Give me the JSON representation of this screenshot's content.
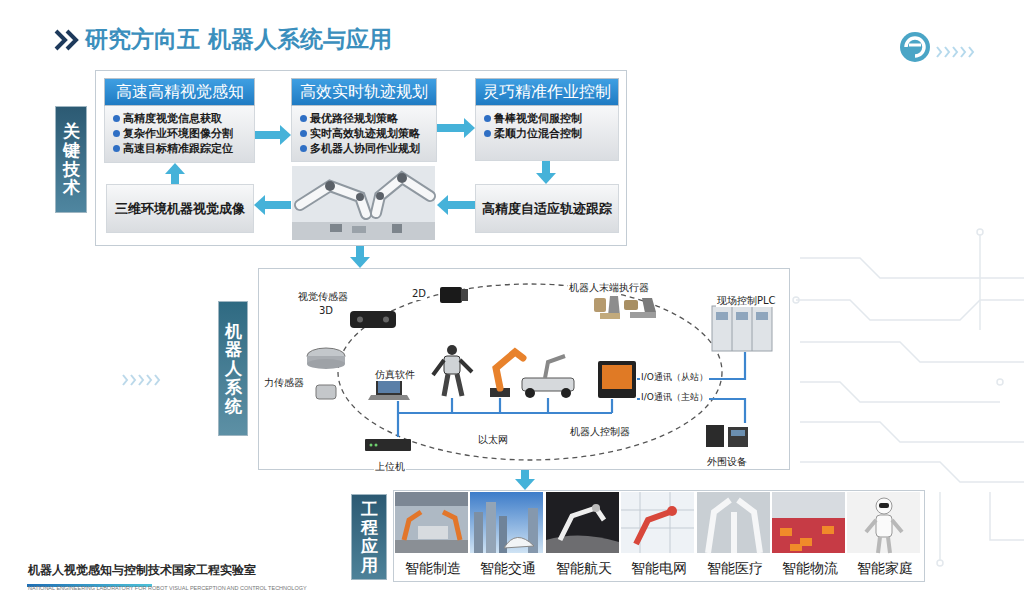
{
  "diagram": {
    "title": "研究方向五 机器人系统与应用",
    "nodes": [
      {
        "text": [
          "关键技术"
        ]
      },
      {
        "text": [
          "高速高精视觉感知",
          "高精度视觉信息获取",
          "复杂作业环境图像分割",
          "高速目标精准跟踪定位"
        ],
        "in": 0
      },
      {
        "text": [
          "高效实时轨迹规划",
          "最优路径规划策略",
          "实时高效轨迹规划策略",
          "多机器人协同作业规划"
        ],
        "in": 0
      },
      {
        "text": [
          "灵巧精准作业控制",
          "鲁棒视觉伺服控制",
          "柔顺力位混合控制"
        ],
        "in": 0
      },
      {
        "text": [
          "三维环境机器视觉成像"
        ],
        "in": 0
      },
      {
        "text": [
          "高精度自适应轨迹跟踪"
        ],
        "in": 0
      },
      {
        "text": [
          "机器人系统"
        ]
      },
      {
        "text": [
          "工程应用"
        ]
      },
      {
        "text": [
          "智能制造"
        ],
        "in": 7
      },
      {
        "text": [
          "智能交通"
        ],
        "in": 7
      },
      {
        "text": [
          "智能航天"
        ],
        "in": 7
      },
      {
        "text": [
          "智能电网"
        ],
        "in": 7
      },
      {
        "text": [
          "智能医疗"
        ],
        "in": 7
      },
      {
        "text": [
          "智能物流"
        ],
        "in": 7
      },
      {
        "text": [
          "智能家庭"
        ],
        "in": 7
      }
    ],
    "edges": [
      {
        "from": 1,
        "to": 2,
        "arrow": "to"
      },
      {
        "from": 2,
        "to": 3,
        "arrow": "to"
      },
      {
        "from": 3,
        "to": 5,
        "arrow": "to"
      },
      {
        "from": 5,
        "to": 2,
        "arrow": "to"
      },
      {
        "from": 2,
        "to": 4,
        "arrow": "to"
      },
      {
        "from": 4,
        "to": 1,
        "arrow": "to"
      },
      {
        "from": 0,
        "to": 6,
        "arrow": "to"
      },
      {
        "from": 6,
        "to": 7,
        "arrow": "to"
      }
    ],
    "labels": [
      "视觉传感器",
      "3D",
      "2D",
      "机器人末端执行器",
      "现场控制PLC",
      "力传感器",
      "仿真软件",
      "I/O通讯（从站）",
      "I/O通讯（主站）",
      "以太网",
      "机器人控制器",
      "上位机",
      "外围设备",
      "机器人视觉感知与控制技术国家工程实验室",
      "NATIONAL ENGINEERING LABORATORY FOR ROBOT VISUAL PERCEPTION AND CONTROL TECHNOLOGY"
    ]
  }
}
